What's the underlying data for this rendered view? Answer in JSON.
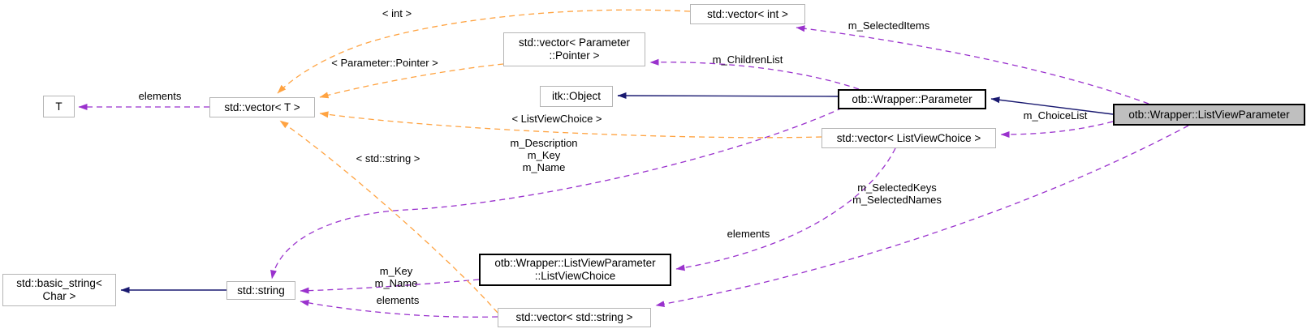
{
  "diagram": {
    "type": "doxygen-collaboration-graph",
    "main_class": "otb::Wrapper::ListViewParameter",
    "colors": {
      "inheritance_edge": "#191970",
      "usage_edge": "#9a32cd",
      "template_edge": "#ffa341",
      "node_border": "#b5b5b5",
      "emphasis_border": "#000000",
      "main_node_fill": "#bfbfbf",
      "node_fill": "#ffffff",
      "background": "#ffffff",
      "text": "#000000"
    },
    "nodes": [
      {
        "id": "t",
        "label_lines": [
          "T"
        ]
      },
      {
        "id": "vector-t",
        "label_lines": [
          "std::vector< T >"
        ]
      },
      {
        "id": "vector-int",
        "label_lines": [
          "std::vector< int >"
        ]
      },
      {
        "id": "vector-param-ptr",
        "label_lines": [
          "std::vector< Parameter",
          "::Pointer >"
        ]
      },
      {
        "id": "itk-object",
        "label_lines": [
          "itk::Object"
        ]
      },
      {
        "id": "parameter",
        "label_lines": [
          "otb::Wrapper::Parameter"
        ]
      },
      {
        "id": "vector-lvchoice",
        "label_lines": [
          "std::vector< ListViewChoice >"
        ]
      },
      {
        "id": "listviewparameter",
        "label_lines": [
          "otb::Wrapper::ListViewParameter"
        ]
      },
      {
        "id": "basic-string",
        "label_lines": [
          "std::basic_string<",
          "Char >"
        ]
      },
      {
        "id": "std-string",
        "label_lines": [
          "std::string"
        ]
      },
      {
        "id": "listviewchoice",
        "label_lines": [
          "otb::Wrapper::ListViewParameter",
          "::ListViewChoice"
        ]
      },
      {
        "id": "vector-string",
        "label_lines": [
          "std::vector< std::string >"
        ]
      }
    ],
    "edge_labels": {
      "elements_t": "elements",
      "tpl_int": "< int >",
      "tpl_parameter_pointer": "< Parameter::Pointer >",
      "tpl_listviewchoice": "< ListViewChoice >",
      "tpl_std_string": "< std::string >",
      "m_selected_items": "m_SelectedItems",
      "m_children_list": "m_ChildrenList",
      "m_choice_list": "m_ChoiceList",
      "parameter_strings": [
        "m_Description",
        "m_Key",
        "m_Name"
      ],
      "selected_keys_names": [
        "m_SelectedKeys",
        "m_SelectedNames"
      ],
      "elements_choice": "elements",
      "choice_strings": [
        "m_Key",
        "m_Name"
      ],
      "elements_string": "elements"
    }
  }
}
